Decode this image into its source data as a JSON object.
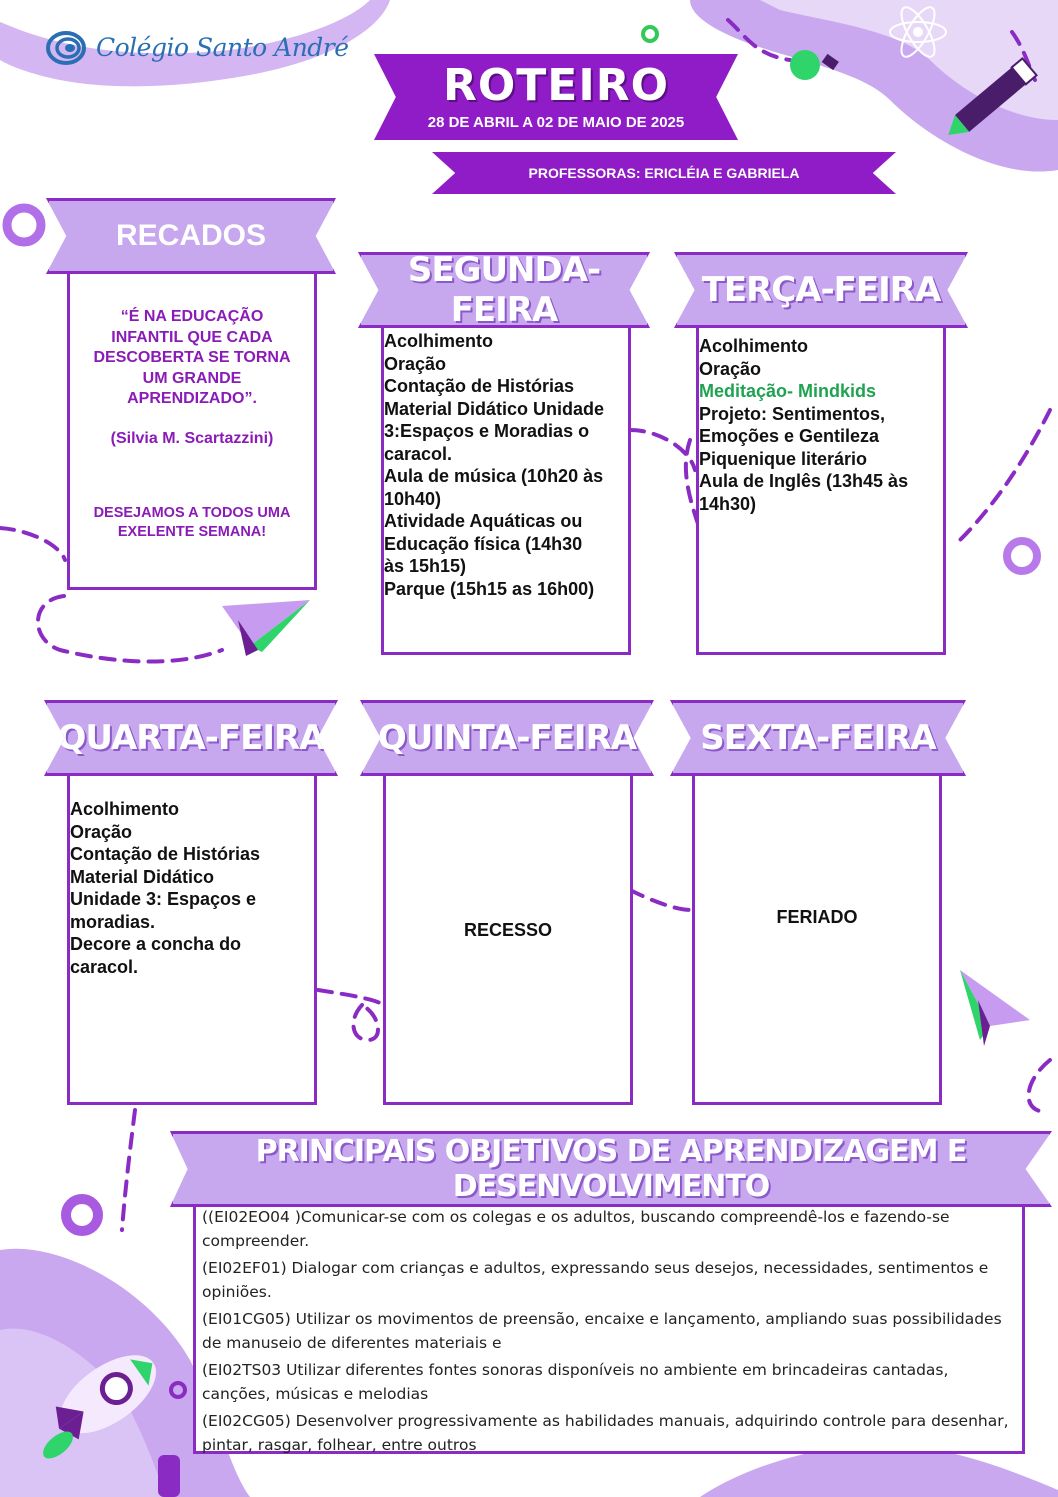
{
  "header": {
    "school_name": "Colégio Santo André",
    "title": "ROTEIRO",
    "date_range": "28 DE ABRIL A 02 DE MAIO DE 2025",
    "teachers": "PROFESSORAS: ERICLÉIA E GABRIELA"
  },
  "recados": {
    "title": "RECADOS",
    "quote_lines": [
      "“É NA EDUCAÇÃO",
      "INFANTIL QUE CADA",
      "DESCOBERTA SE TORNA",
      "UM GRANDE",
      "APRENDIZADO”."
    ],
    "author": "(Silvia M. Scartazzini)",
    "wish_lines": [
      "DESEJAMOS A TODOS UMA",
      "EXELENTE SEMANA!"
    ]
  },
  "days": {
    "monday": {
      "title": "SEGUNDA-FEIRA",
      "lines": [
        "Acolhimento",
        "Oração",
        "Contação de Histórias",
        "Material Didático Unidade",
        "3:Espaços e Moradias o",
        "caracol.",
        "Aula de música (10h20 às",
        "10h40)",
        "Atividade Aquáticas ou",
        "Educação física (14h30",
        "às 15h15)",
        "Parque (15h15 as 16h00)"
      ]
    },
    "tuesday": {
      "title": "TERÇA-FEIRA",
      "lines": [
        "Acolhimento",
        "Oração"
      ],
      "highlight": "Meditação- Mindkids",
      "lines_after": [
        "Projeto: Sentimentos,",
        "Emoções e Gentileza",
        "Piquenique literário",
        "Aula de Inglês (13h45 às",
        "14h30)"
      ]
    },
    "wednesday": {
      "title": "QUARTA-FEIRA",
      "lines": [
        "Acolhimento",
        "Oração",
        "Contação de Histórias",
        "Material Didático",
        "Unidade 3: Espaços e",
        "moradias.",
        "Decore a concha do",
        "caracol."
      ]
    },
    "thursday": {
      "title": "QUINTA-FEIRA",
      "label": "RECESSO"
    },
    "friday": {
      "title": "SEXTA-FEIRA",
      "label": "FERIADO"
    }
  },
  "objectives": {
    "title": "PRINCIPAIS OBJETIVOS DE APRENDIZAGEM E DESENVOLVIMENTO",
    "items": [
      "((EI02EO04 )Comunicar-se com os colegas e os adultos, buscando compreendê-los e fazendo-se compreender.",
      "(EI02EF01) Dialogar com crianças e adultos, expressando seus desejos, necessidades, sentimentos e opiniões.",
      "(EI01CG05) Utilizar os movimentos de preensão, encaixe e lançamento, ampliando suas possibilidades de manuseio de diferentes materiais e",
      "(EI02TS03 Utilizar diferentes fontes sonoras disponíveis no ambiente em brincadeiras cantadas, canções, músicas e melodias",
      "(EI02CG05) Desenvolver progressivamente as habilidades manuais, adquirindo controle para desenhar, pintar, rasgar, folhear, entre outros"
    ]
  },
  "colors": {
    "purple_dark": "#8f1cc6",
    "purple_light": "#c7a8ef",
    "border": "#8a2cc4",
    "highlight_green": "#1fa351",
    "logo_blue": "#2a6fb3"
  }
}
